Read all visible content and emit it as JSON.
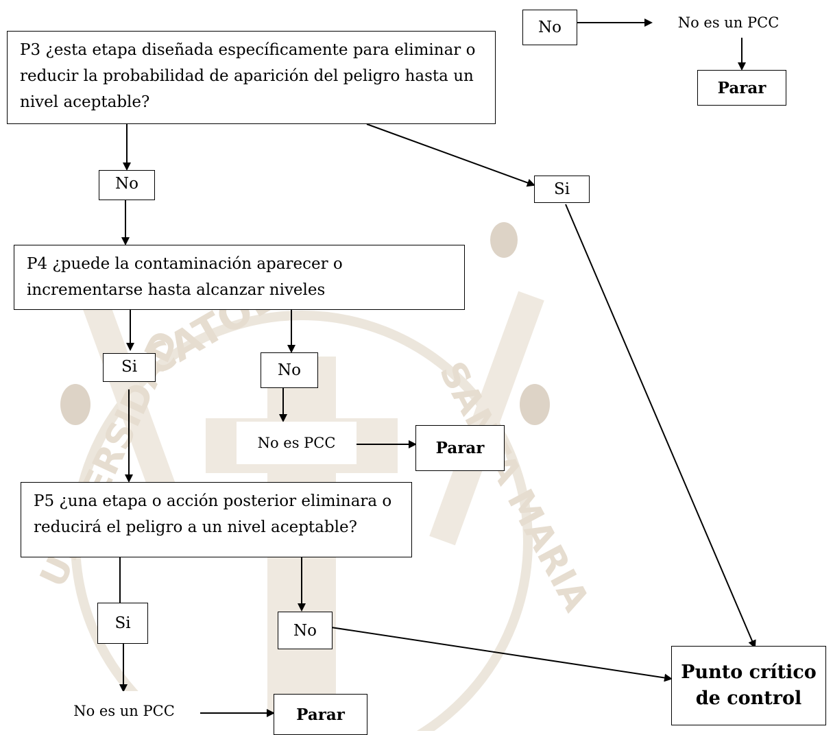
{
  "questions": {
    "p3": "P3 ¿esta etapa diseñada específicamente para eliminar o reducir la probabilidad de aparición del peligro hasta un nivel aceptable?",
    "p4": "P4 ¿puede la contaminación aparecer o incrementarse hasta alcanzar niveles",
    "p5": "P5 ¿una etapa o acción posterior eliminara o reducirá el peligro a un nivel aceptable?"
  },
  "labels": {
    "top_no": "No",
    "top_no_pcc": "No es un PCC",
    "top_parar": "Parar",
    "p3_no": "No",
    "p3_si": "Si",
    "p4_si": "Si",
    "p4_no": "No",
    "p4_no_pcc": "No es PCC",
    "p4_parar": "Parar",
    "p5_si": "Si",
    "p5_no": "No",
    "p5_no_pcc": "No es un PCC",
    "p5_parar": "Parar",
    "pcc_line1": "Punto crítico",
    "pcc_line2": "de control"
  },
  "watermark": {
    "text_top": "CATOLICA",
    "text_left": "UNIVERSIDAD",
    "text_right": "SANTA MARIA",
    "color": "#e9e2d8"
  }
}
